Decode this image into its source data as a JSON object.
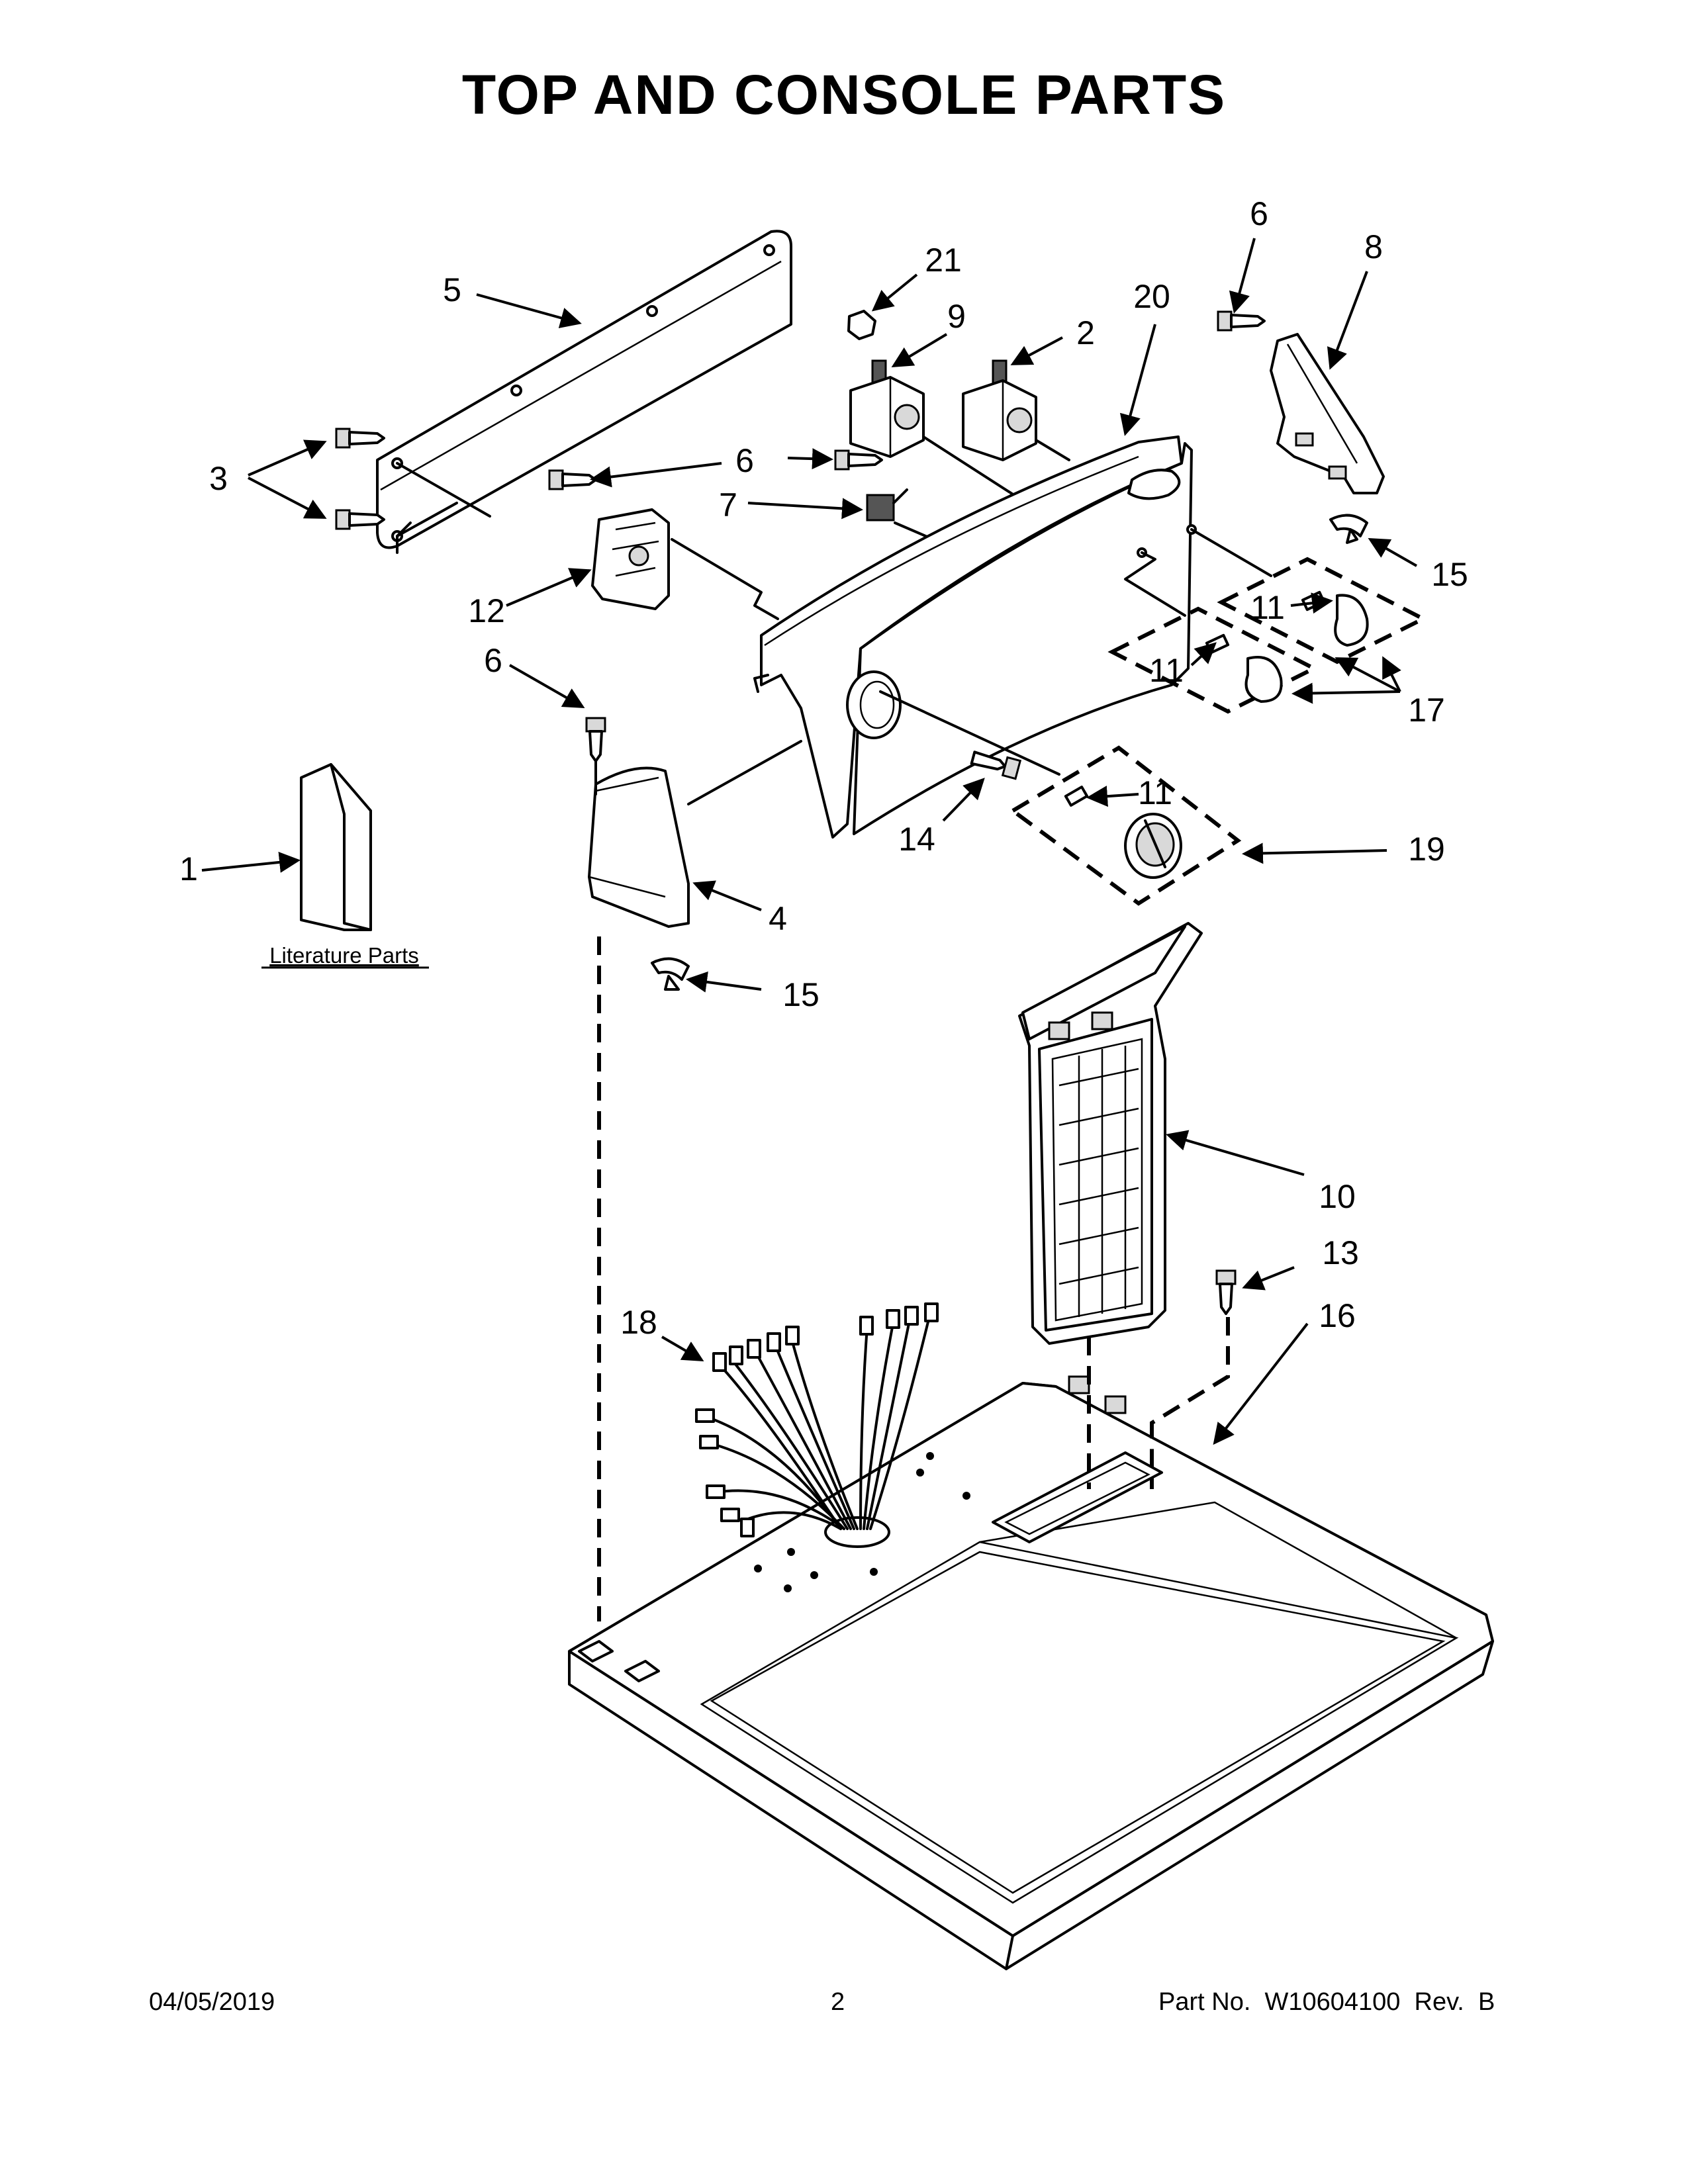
{
  "page": {
    "title": "TOP AND CONSOLE PARTS",
    "footer": {
      "date": "04/05/2019",
      "page_number": "2",
      "part_number": "Part No.  W10604100  Rev.  B"
    }
  },
  "literature_label": "Literature Parts",
  "callouts": [
    {
      "id": "c1",
      "label": "1"
    },
    {
      "id": "c2",
      "label": "2"
    },
    {
      "id": "c3",
      "label": "3"
    },
    {
      "id": "c4",
      "label": "4"
    },
    {
      "id": "c5",
      "label": "5"
    },
    {
      "id": "c6a",
      "label": "6"
    },
    {
      "id": "c6b",
      "label": "6"
    },
    {
      "id": "c6c",
      "label": "6"
    },
    {
      "id": "c7",
      "label": "7"
    },
    {
      "id": "c8",
      "label": "8"
    },
    {
      "id": "c9",
      "label": "9"
    },
    {
      "id": "c10",
      "label": "10"
    },
    {
      "id": "c11a",
      "label": "11"
    },
    {
      "id": "c11b",
      "label": "11"
    },
    {
      "id": "c11c",
      "label": "11"
    },
    {
      "id": "c12",
      "label": "12"
    },
    {
      "id": "c13",
      "label": "13"
    },
    {
      "id": "c14",
      "label": "14"
    },
    {
      "id": "c15a",
      "label": "15"
    },
    {
      "id": "c15b",
      "label": "15"
    },
    {
      "id": "c16",
      "label": "16"
    },
    {
      "id": "c17",
      "label": "17"
    },
    {
      "id": "c18",
      "label": "18"
    },
    {
      "id": "c19",
      "label": "19"
    },
    {
      "id": "c20",
      "label": "20"
    },
    {
      "id": "c21",
      "label": "21"
    }
  ]
}
